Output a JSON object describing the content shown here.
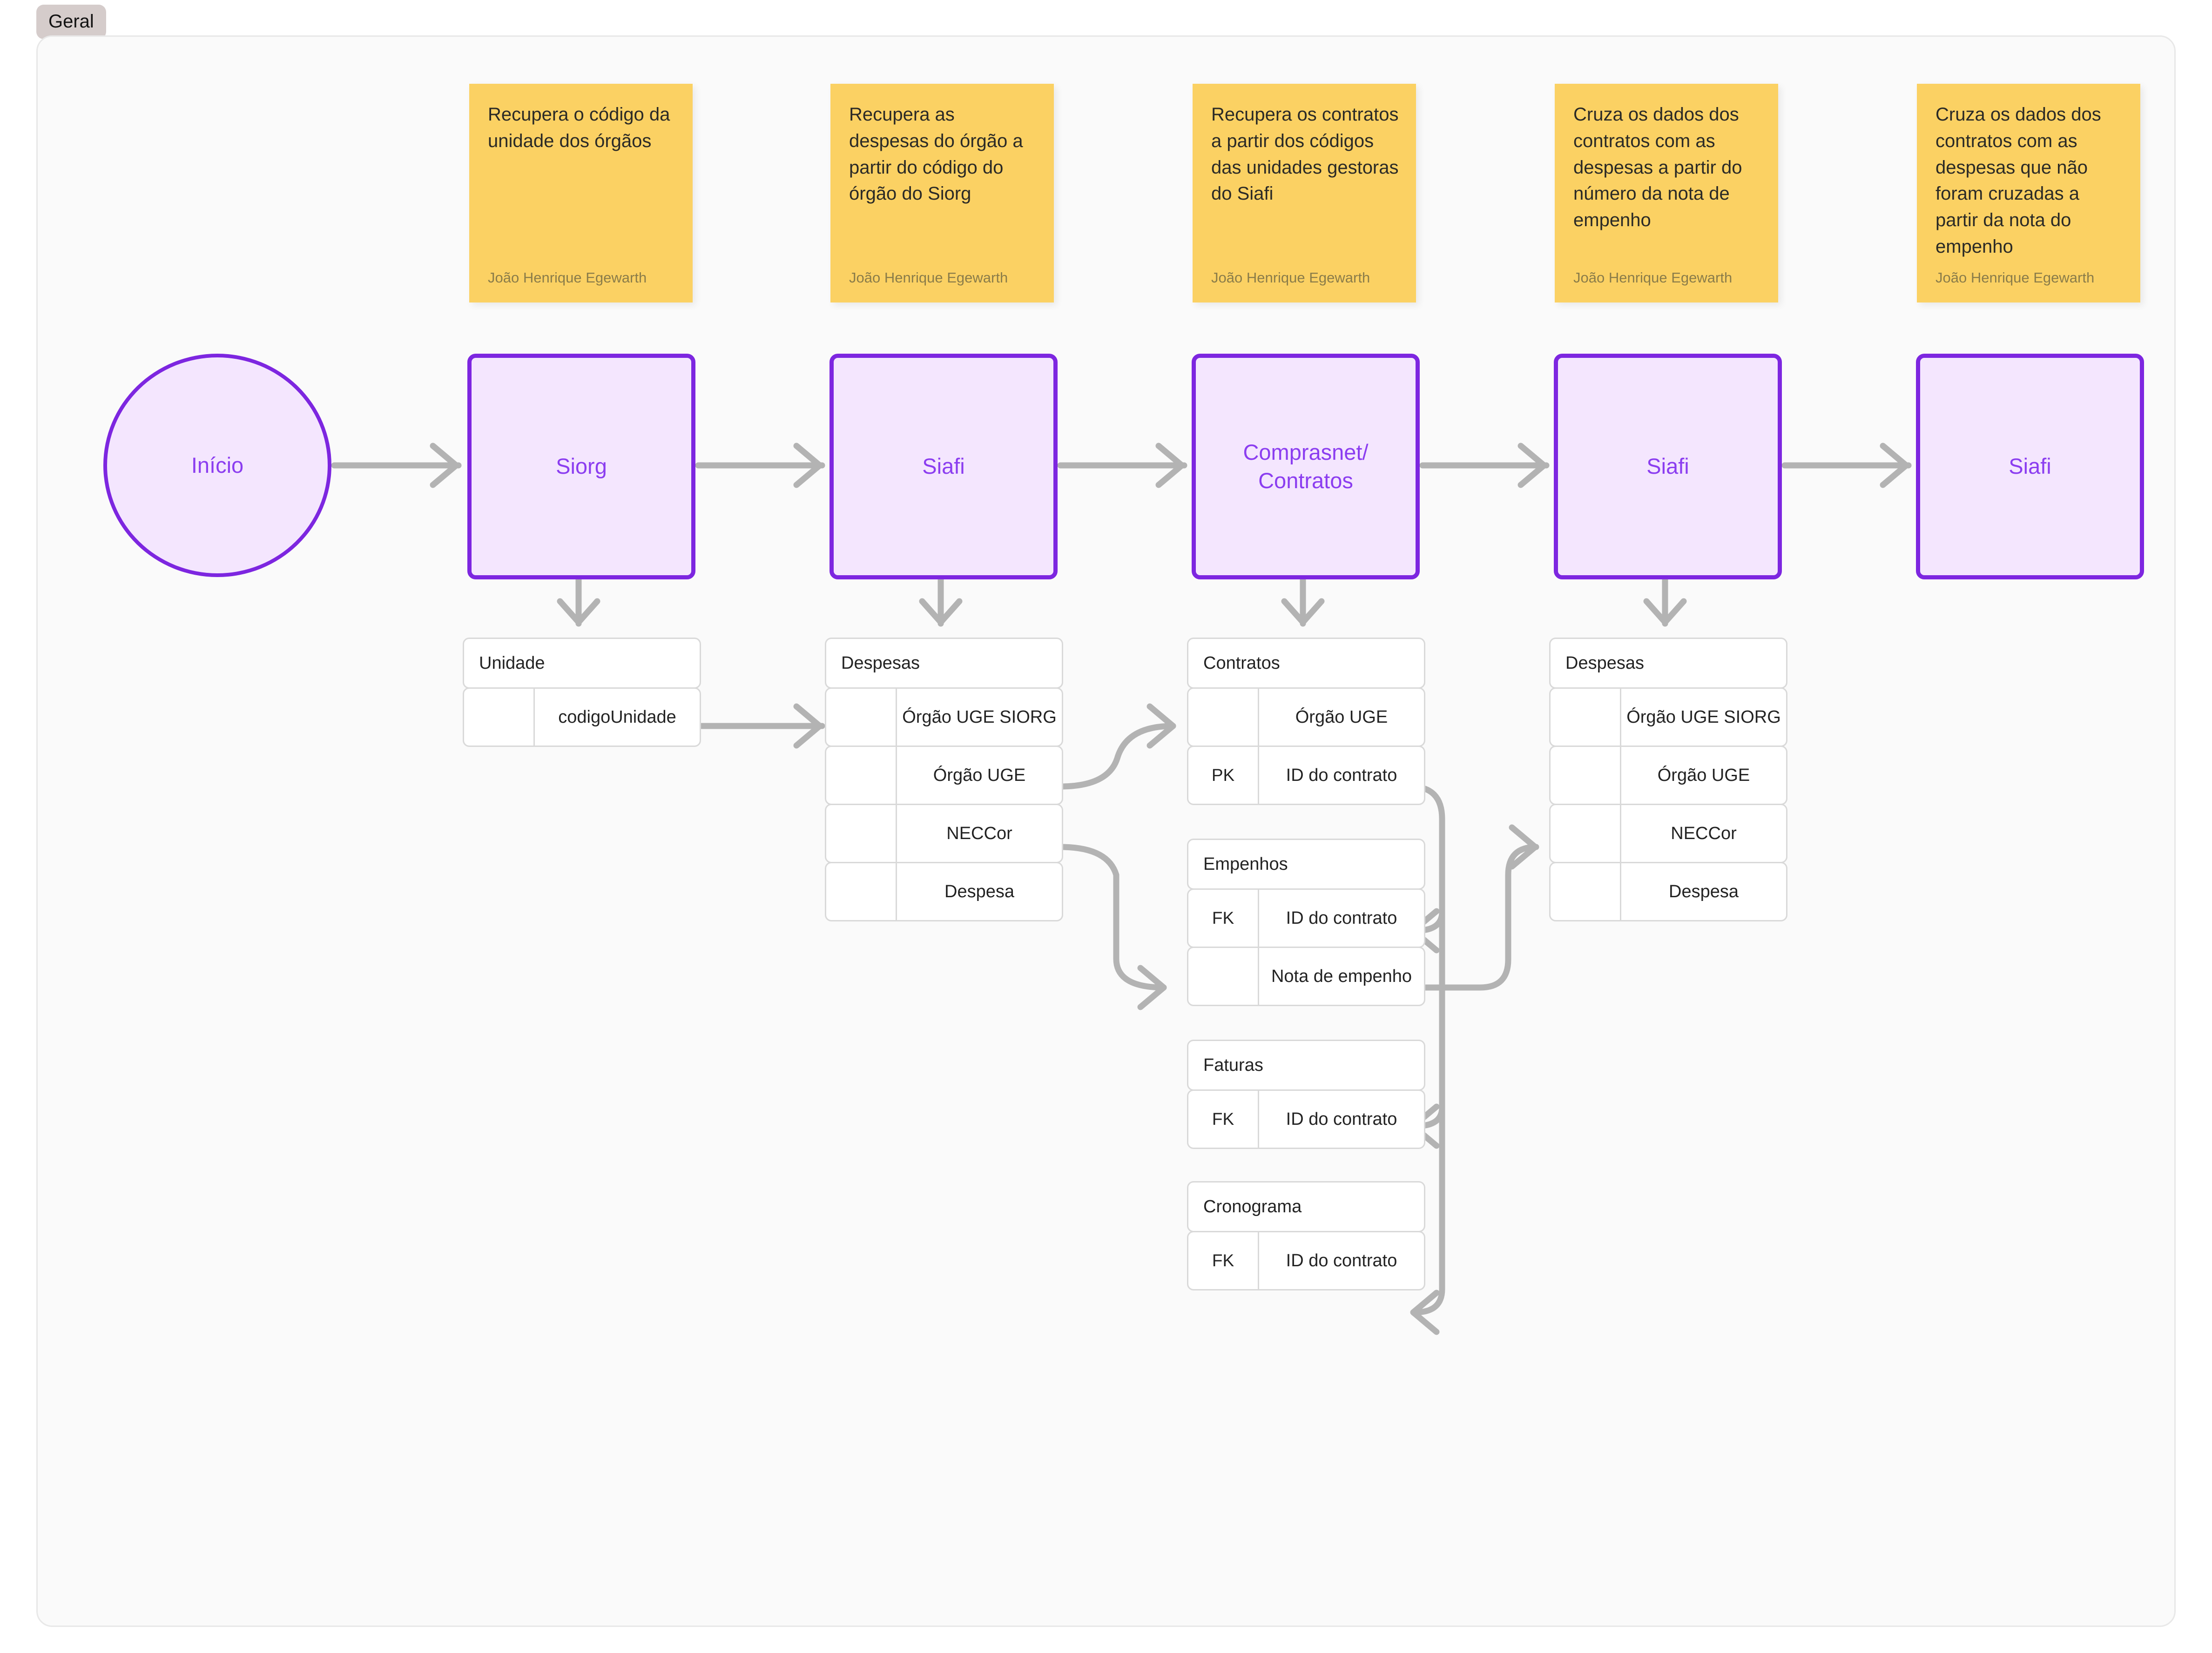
{
  "tab": {
    "label": "Geral"
  },
  "colors": {
    "canvas_bg": "#fafafa",
    "note_bg": "#fbd163",
    "node_fill": "#f4e6fe",
    "node_stroke": "#7d26e0",
    "node_text": "#8b3df0",
    "connector": "#b3b3b3",
    "table_border": "#d9d9d9"
  },
  "notes": [
    {
      "text": "Recupera o código da unidade dos órgãos",
      "author": "João Henrique Egewarth"
    },
    {
      "text": "Recupera as despesas do órgão a partir do código do órgão do Siorg",
      "author": "João Henrique Egewarth"
    },
    {
      "text": "Recupera os contratos a partir dos códigos das unidades gestoras do Siafi",
      "author": "João Henrique Egewarth"
    },
    {
      "text": "Cruza os dados dos contratos com as despesas a partir do número da nota de empenho",
      "author": "João Henrique Egewarth"
    },
    {
      "text": "Cruza os dados dos contratos com as despesas que não foram cruzadas a partir da nota do empenho",
      "author": "João Henrique Egewarth"
    }
  ],
  "flow_nodes": [
    {
      "label": "Início",
      "shape": "circle"
    },
    {
      "label": "Siorg",
      "shape": "rect"
    },
    {
      "label": "Siafi",
      "shape": "rect"
    },
    {
      "label": "Comprasnet/\nContratos",
      "shape": "rect"
    },
    {
      "label": "Siafi",
      "shape": "rect"
    },
    {
      "label": "Siafi",
      "shape": "rect"
    }
  ],
  "entities": [
    {
      "id": "unidade",
      "title": "Unidade",
      "rows": [
        {
          "key": "",
          "value": "codigoUnidade"
        }
      ]
    },
    {
      "id": "despesas-siafi",
      "title": "Despesas",
      "rows": [
        {
          "key": "",
          "value": "Órgão UGE SIORG"
        },
        {
          "key": "",
          "value": "Órgão UGE"
        },
        {
          "key": "",
          "value": "NECCor"
        },
        {
          "key": "",
          "value": "Despesa"
        }
      ]
    },
    {
      "id": "contratos",
      "title": "Contratos",
      "rows": [
        {
          "key": "",
          "value": "Órgão UGE"
        },
        {
          "key": "PK",
          "value": "ID do contrato"
        }
      ]
    },
    {
      "id": "empenhos",
      "title": "Empenhos",
      "rows": [
        {
          "key": "FK",
          "value": "ID do contrato"
        },
        {
          "key": "",
          "value": "Nota de empenho"
        }
      ]
    },
    {
      "id": "faturas",
      "title": "Faturas",
      "rows": [
        {
          "key": "FK",
          "value": "ID do contrato"
        }
      ]
    },
    {
      "id": "cronograma",
      "title": "Cronograma",
      "rows": [
        {
          "key": "FK",
          "value": "ID do contrato"
        }
      ]
    },
    {
      "id": "despesas-cruzadas",
      "title": "Despesas",
      "rows": [
        {
          "key": "",
          "value": "Órgão UGE SIORG"
        },
        {
          "key": "",
          "value": "Órgão UGE"
        },
        {
          "key": "",
          "value": "NECCor"
        },
        {
          "key": "",
          "value": "Despesa"
        }
      ]
    }
  ]
}
